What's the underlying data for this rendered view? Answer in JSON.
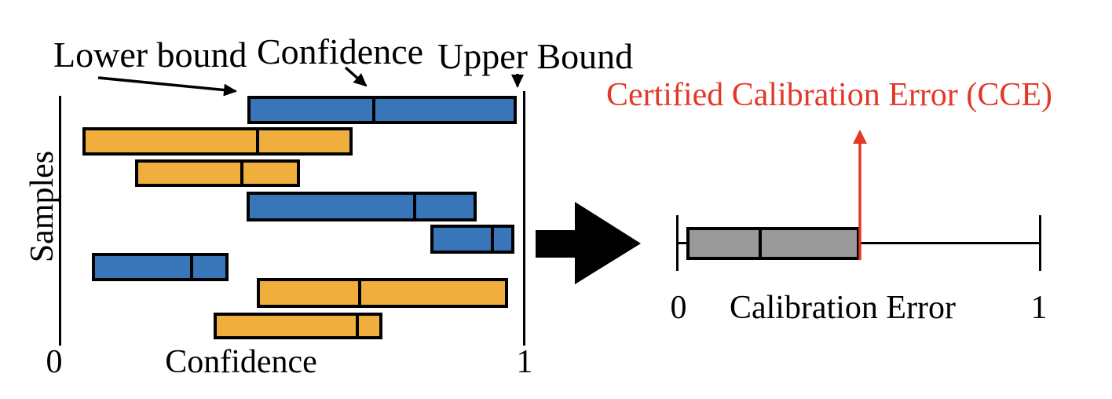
{
  "left_panel": {
    "ylabel": "Samples",
    "xlabel": "Confidence",
    "tick_min": "0",
    "tick_max": "1",
    "annotation_lower": "Lower bound",
    "annotation_confidence": "Confidence",
    "annotation_upper": "Upper Bound"
  },
  "right_panel": {
    "title": "Certified Calibration Error (CCE)",
    "xlabel": "Calibration Error",
    "tick_min": "0",
    "tick_max": "1"
  },
  "colors": {
    "blue": "#3876B9",
    "orange": "#F0AF3C",
    "gray": "#9A9A9A",
    "red": "#E23828",
    "black": "#000000"
  },
  "chart_data": [
    {
      "type": "bar",
      "subtype": "horizontal-interval-bars",
      "title": "",
      "xlabel": "Confidence",
      "ylabel": "Samples",
      "xlim": [
        0,
        1
      ],
      "grid": false,
      "legend": false,
      "bars": [
        {
          "sample": 1,
          "color": "blue",
          "lower": 0.403,
          "confidence": 0.675,
          "upper": 0.983
        },
        {
          "sample": 2,
          "color": "orange",
          "lower": 0.047,
          "confidence": 0.425,
          "upper": 0.629
        },
        {
          "sample": 3,
          "color": "orange",
          "lower": 0.161,
          "confidence": 0.391,
          "upper": 0.516
        },
        {
          "sample": 4,
          "color": "blue",
          "lower": 0.401,
          "confidence": 0.763,
          "upper": 0.897
        },
        {
          "sample": 5,
          "color": "blue",
          "lower": 0.797,
          "confidence": 0.93,
          "upper": 0.978
        },
        {
          "sample": 6,
          "color": "blue",
          "lower": 0.068,
          "confidence": 0.283,
          "upper": 0.362
        },
        {
          "sample": 7,
          "color": "orange",
          "lower": 0.423,
          "confidence": 0.645,
          "upper": 0.964
        },
        {
          "sample": 8,
          "color": "orange",
          "lower": 0.33,
          "confidence": 0.64,
          "upper": 0.694
        }
      ]
    },
    {
      "type": "box",
      "xlabel": "Calibration Error",
      "xlim": [
        0,
        1
      ],
      "whisker_min": 0.0,
      "box_start": 0.026,
      "box_divider": 0.229,
      "box_end_cce": 0.503,
      "whisker_max": 1.0,
      "annotation": "Certified Calibration Error (CCE)"
    }
  ]
}
